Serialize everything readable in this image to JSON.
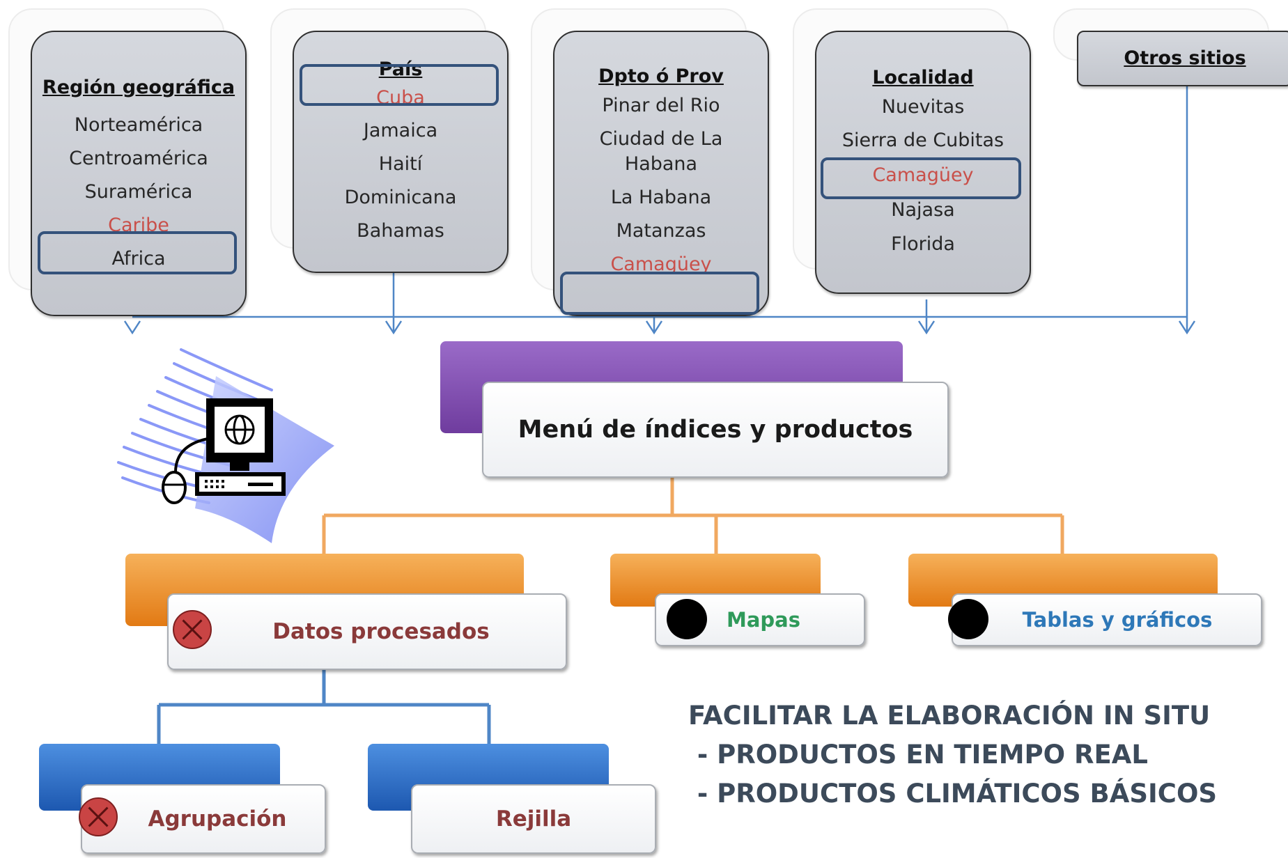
{
  "columns": {
    "region": {
      "header": "Región geográfica",
      "items": [
        "Norteamérica",
        "Centroamérica",
        "Suramérica",
        "Caribe",
        "Africa"
      ],
      "highlighted": "Caribe"
    },
    "pais": {
      "header": "País",
      "items": [
        "Cuba",
        "Jamaica",
        "Haití",
        "Dominicana",
        "Bahamas"
      ],
      "highlighted": "Cuba"
    },
    "dpto": {
      "header": "Dpto ó Prov",
      "items": [
        "Pinar del Rio",
        "Ciudad de La Habana",
        "La Habana",
        "Matanzas",
        "Camagüey"
      ],
      "highlighted": "Camagüey"
    },
    "localidad": {
      "header": "Localidad",
      "items": [
        "Nuevitas",
        "Sierra de Cubitas",
        "Camagüey",
        "Najasa",
        "Florida"
      ],
      "highlighted": "Camagüey"
    },
    "otros": {
      "header": "Otros sitios"
    }
  },
  "tree": {
    "root": "Menú de índices y productos",
    "level1": [
      "Datos procesados",
      "Mapas",
      "Tablas y gráficos"
    ],
    "level2": [
      "Agrupación",
      "Rejilla"
    ]
  },
  "note": {
    "line1": "FACILITAR LA ELABORACIÓN IN SITU",
    "line2": " - PRODUCTOS EN TIEMPO REAL",
    "line3": " - PRODUCTOS CLIMÁTICOS BÁSICOS"
  },
  "colors": {
    "highlight_text": "#c9504a",
    "selection_border": "#34527b",
    "connector": "#4f86c6",
    "orange_connector": "#f0a860",
    "blue_connector": "#4f86c6",
    "datos_text": "#8a3a3a",
    "mapas_text": "#2f9a5a",
    "tablas_text": "#2e78b8",
    "agrupacion_text": "#8a3a3a",
    "rejilla_text": "#8a3a3a"
  },
  "icons": {
    "computer": "computer-globe-icon",
    "x_marker": "x-circle-icon",
    "bullet": "bullet-dot-icon"
  }
}
